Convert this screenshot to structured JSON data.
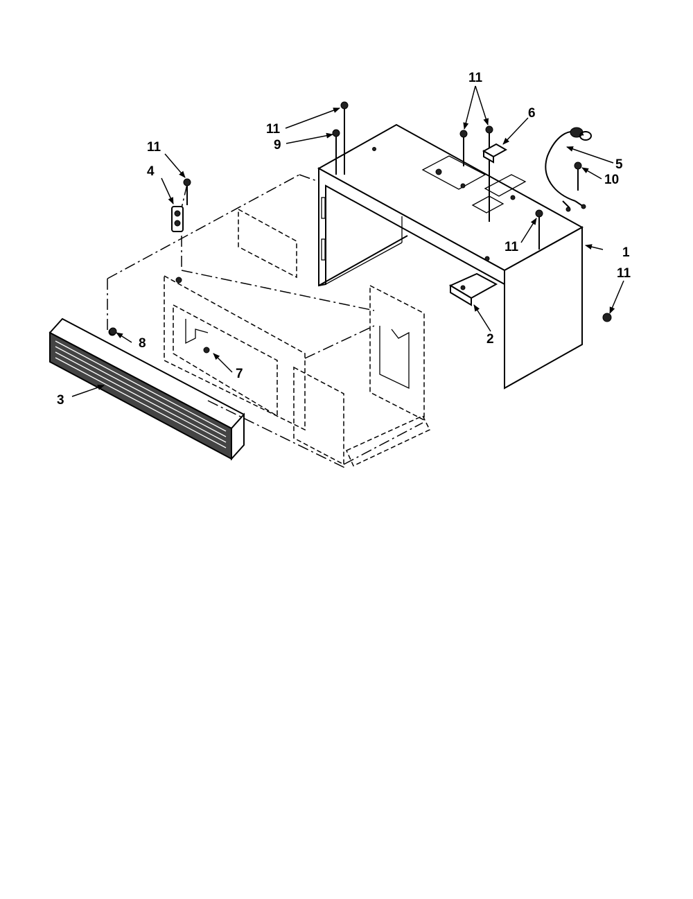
{
  "labels": {
    "part_1": "1",
    "part_2": "2",
    "part_3": "3",
    "part_4": "4",
    "part_5": "5",
    "part_6": "6",
    "part_7": "7",
    "part_8": "8",
    "part_9": "9",
    "part_10": "10",
    "part_11_top_center": "11",
    "part_11_top_right": "11",
    "part_11_left": "11",
    "part_11_mid_right": "11",
    "part_11_far_right": "11"
  }
}
